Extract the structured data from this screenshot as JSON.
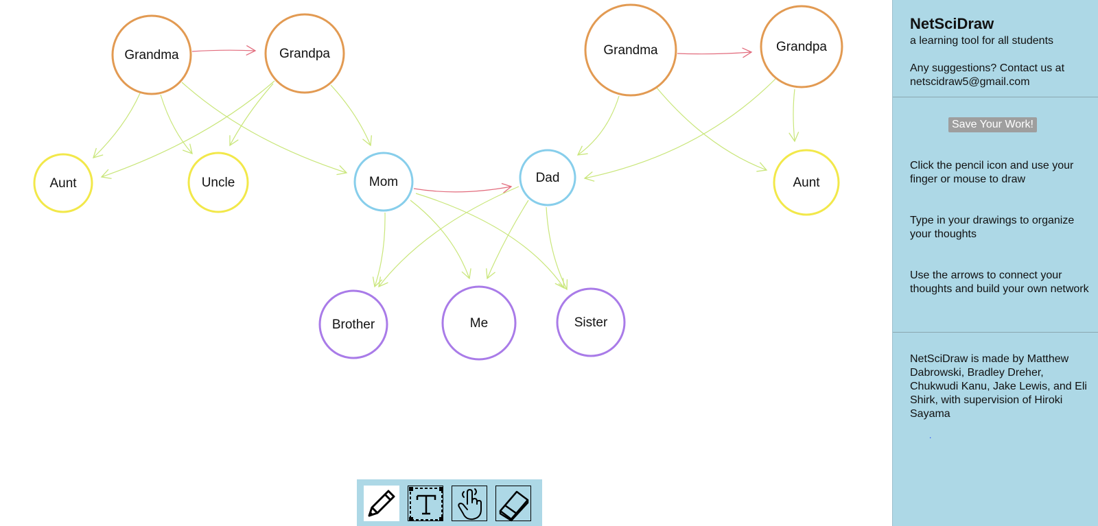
{
  "graph": {
    "nodes": [
      {
        "id": "grandma1",
        "label": "Grandma",
        "color": "#e29a52"
      },
      {
        "id": "grandpa1",
        "label": "Grandpa",
        "color": "#e29a52"
      },
      {
        "id": "grandma2",
        "label": "Grandma",
        "color": "#e29a52"
      },
      {
        "id": "grandpa2",
        "label": "Grandpa",
        "color": "#e29a52"
      },
      {
        "id": "aunt1",
        "label": "Aunt",
        "color": "#f2e84a"
      },
      {
        "id": "uncle",
        "label": "Uncle",
        "color": "#f2e84a"
      },
      {
        "id": "aunt2",
        "label": "Aunt",
        "color": "#f2e84a"
      },
      {
        "id": "mom",
        "label": "Mom",
        "color": "#87ceeb"
      },
      {
        "id": "dad",
        "label": "Dad",
        "color": "#87ceeb"
      },
      {
        "id": "brother",
        "label": "Brother",
        "color": "#a97be8"
      },
      {
        "id": "me",
        "label": "Me",
        "color": "#a97be8"
      },
      {
        "id": "sister",
        "label": "Sister",
        "color": "#a97be8"
      }
    ],
    "edge_colors": {
      "marriage": "#e26b7c",
      "parent": "#c9e67a"
    }
  },
  "sidebar": {
    "title": "NetSciDraw",
    "subtitle": "a learning tool for all students",
    "contact_line1": "Any suggestions? Contact us at",
    "contact_line2": "netscidraw5@gmail.com",
    "save_label": "Save Your Work!",
    "help1": "Click the pencil icon and use your finger or mouse to draw",
    "help2": "Type in your drawings to organize your thoughts",
    "help3": "Use the arrows to connect your thoughts and build your own network",
    "credits": "NetSciDraw is made by Matthew Dabrowski, Bradley Dreher, Chukwudi Kanu, Jake Lewis, and Eli Shirk, with supervision of Hiroki Sayama",
    "tiny_link": "."
  },
  "toolbar": {
    "tools": [
      "pencil-icon",
      "text-icon",
      "hand-pointer-icon",
      "eraser-icon"
    ]
  }
}
